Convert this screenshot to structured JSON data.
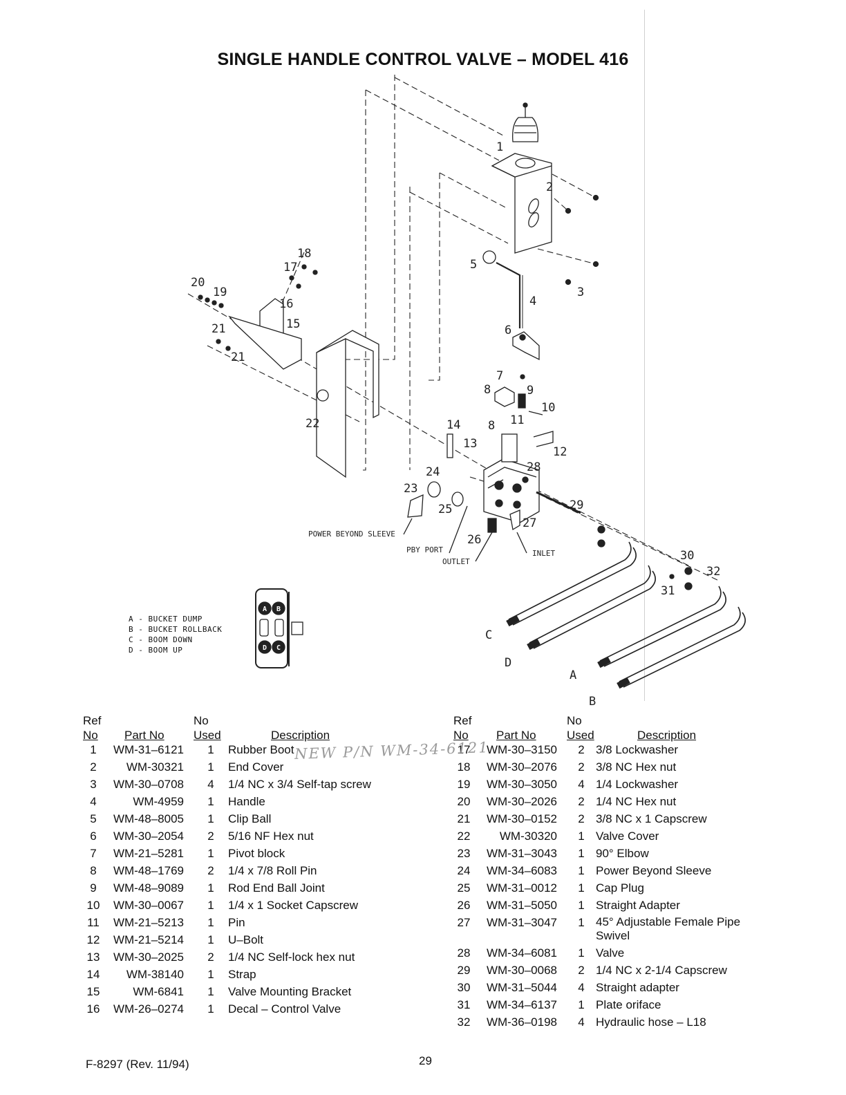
{
  "title": "SINGLE HANDLE CONTROL VALVE – MODEL 416",
  "diagram": {
    "callouts": [
      "1",
      "2",
      "3",
      "4",
      "5",
      "6",
      "7",
      "8",
      "9",
      "10",
      "8",
      "11",
      "12",
      "13",
      "14",
      "15",
      "16",
      "17",
      "18",
      "19",
      "20",
      "21",
      "21",
      "22",
      "23",
      "24",
      "25",
      "26",
      "27",
      "28",
      "29",
      "30",
      "31",
      "32"
    ],
    "port_labels": {
      "power_beyond_sleeve": "POWER BEYOND SLEEVE",
      "pby_port": "PBY PORT",
      "outlet": "OUTLET",
      "inlet": "INLET"
    },
    "hose_labels": [
      "C",
      "D",
      "A",
      "B"
    ],
    "valve_plate_letters": [
      "A",
      "B",
      "D",
      "C"
    ],
    "legend": [
      "A - BUCKET DUMP",
      "B - BUCKET ROLLBACK",
      "C - BOOM DOWN",
      "D - BOOM UP"
    ]
  },
  "table": {
    "headers": {
      "ref_top": "Ref",
      "ref": "No",
      "part": "Part No",
      "no_top": "No",
      "used": "Used",
      "desc": "Description"
    },
    "left_rows": [
      {
        "ref": "1",
        "part": "WM-31–6121",
        "used": "1",
        "desc": "Rubber Boot"
      },
      {
        "ref": "2",
        "part": "WM-30321",
        "used": "1",
        "desc": "End Cover"
      },
      {
        "ref": "3",
        "part": "WM-30–0708",
        "used": "4",
        "desc": "1/4 NC x 3/4 Self-tap screw"
      },
      {
        "ref": "4",
        "part": "WM-4959",
        "used": "1",
        "desc": "Handle"
      },
      {
        "ref": "5",
        "part": "WM-48–8005",
        "used": "1",
        "desc": "Clip Ball"
      },
      {
        "ref": "6",
        "part": "WM-30–2054",
        "used": "2",
        "desc": "5/16 NF Hex nut"
      },
      {
        "ref": "7",
        "part": "WM-21–5281",
        "used": "1",
        "desc": "Pivot block"
      },
      {
        "ref": "8",
        "part": "WM-48–1769",
        "used": "2",
        "desc": "1/4 x 7/8 Roll Pin"
      },
      {
        "ref": "9",
        "part": "WM-48–9089",
        "used": "1",
        "desc": "Rod End Ball Joint"
      },
      {
        "ref": "10",
        "part": "WM-30–0067",
        "used": "1",
        "desc": "1/4 x 1 Socket Capscrew"
      },
      {
        "ref": "11",
        "part": "WM-21–5213",
        "used": "1",
        "desc": "Pin"
      },
      {
        "ref": "12",
        "part": "WM-21–5214",
        "used": "1",
        "desc": "U–Bolt"
      },
      {
        "ref": "13",
        "part": "WM-30–2025",
        "used": "2",
        "desc": "1/4 NC Self-lock hex nut"
      },
      {
        "ref": "14",
        "part": "WM-38140",
        "used": "1",
        "desc": "Strap"
      },
      {
        "ref": "15",
        "part": "WM-6841",
        "used": "1",
        "desc": "Valve Mounting Bracket"
      },
      {
        "ref": "16",
        "part": "WM-26–0274",
        "used": "1",
        "desc": "Decal – Control Valve"
      }
    ],
    "right_rows": [
      {
        "ref": "17",
        "part": "WM-30–3150",
        "used": "2",
        "desc": "3/8 Lockwasher"
      },
      {
        "ref": "18",
        "part": "WM-30–2076",
        "used": "2",
        "desc": "3/8 NC Hex nut"
      },
      {
        "ref": "19",
        "part": "WM-30–3050",
        "used": "4",
        "desc": "1/4 Lockwasher"
      },
      {
        "ref": "20",
        "part": "WM-30–2026",
        "used": "2",
        "desc": "1/4 NC Hex nut"
      },
      {
        "ref": "21",
        "part": "WM-30–0152",
        "used": "2",
        "desc": "3/8 NC x 1 Capscrew"
      },
      {
        "ref": "22",
        "part": "WM-30320",
        "used": "1",
        "desc": "Valve Cover"
      },
      {
        "ref": "23",
        "part": "WM-31–3043",
        "used": "1",
        "desc": "90°  Elbow"
      },
      {
        "ref": "24",
        "part": "WM-34–6083",
        "used": "1",
        "desc": "Power Beyond Sleeve"
      },
      {
        "ref": "25",
        "part": "WM-31–0012",
        "used": "1",
        "desc": "Cap Plug"
      },
      {
        "ref": "26",
        "part": "WM-31–5050",
        "used": "1",
        "desc": "Straight Adapter"
      },
      {
        "ref": "27",
        "part": "WM-31–3047",
        "used": "1",
        "desc": "45° Adjustable Female Pipe",
        "desc2": "Swivel"
      },
      {
        "ref": "28",
        "part": "WM-34–6081",
        "used": "1",
        "desc": "Valve"
      },
      {
        "ref": "29",
        "part": "WM-30–0068",
        "used": "2",
        "desc": "1/4 NC x 2-1/4 Capscrew"
      },
      {
        "ref": "30",
        "part": "WM-31–5044",
        "used": "4",
        "desc": "Straight adapter"
      },
      {
        "ref": "31",
        "part": "WM-34–6137",
        "used": "1",
        "desc": "Plate oriface"
      },
      {
        "ref": "32",
        "part": "WM-36–0198",
        "used": "4",
        "desc": "Hydraulic hose – L18"
      }
    ]
  },
  "handwritten_note": "NEW P/N WM-34-6121",
  "footer": {
    "form": "F-8297 (Rev. 11/94)",
    "page": "29"
  }
}
